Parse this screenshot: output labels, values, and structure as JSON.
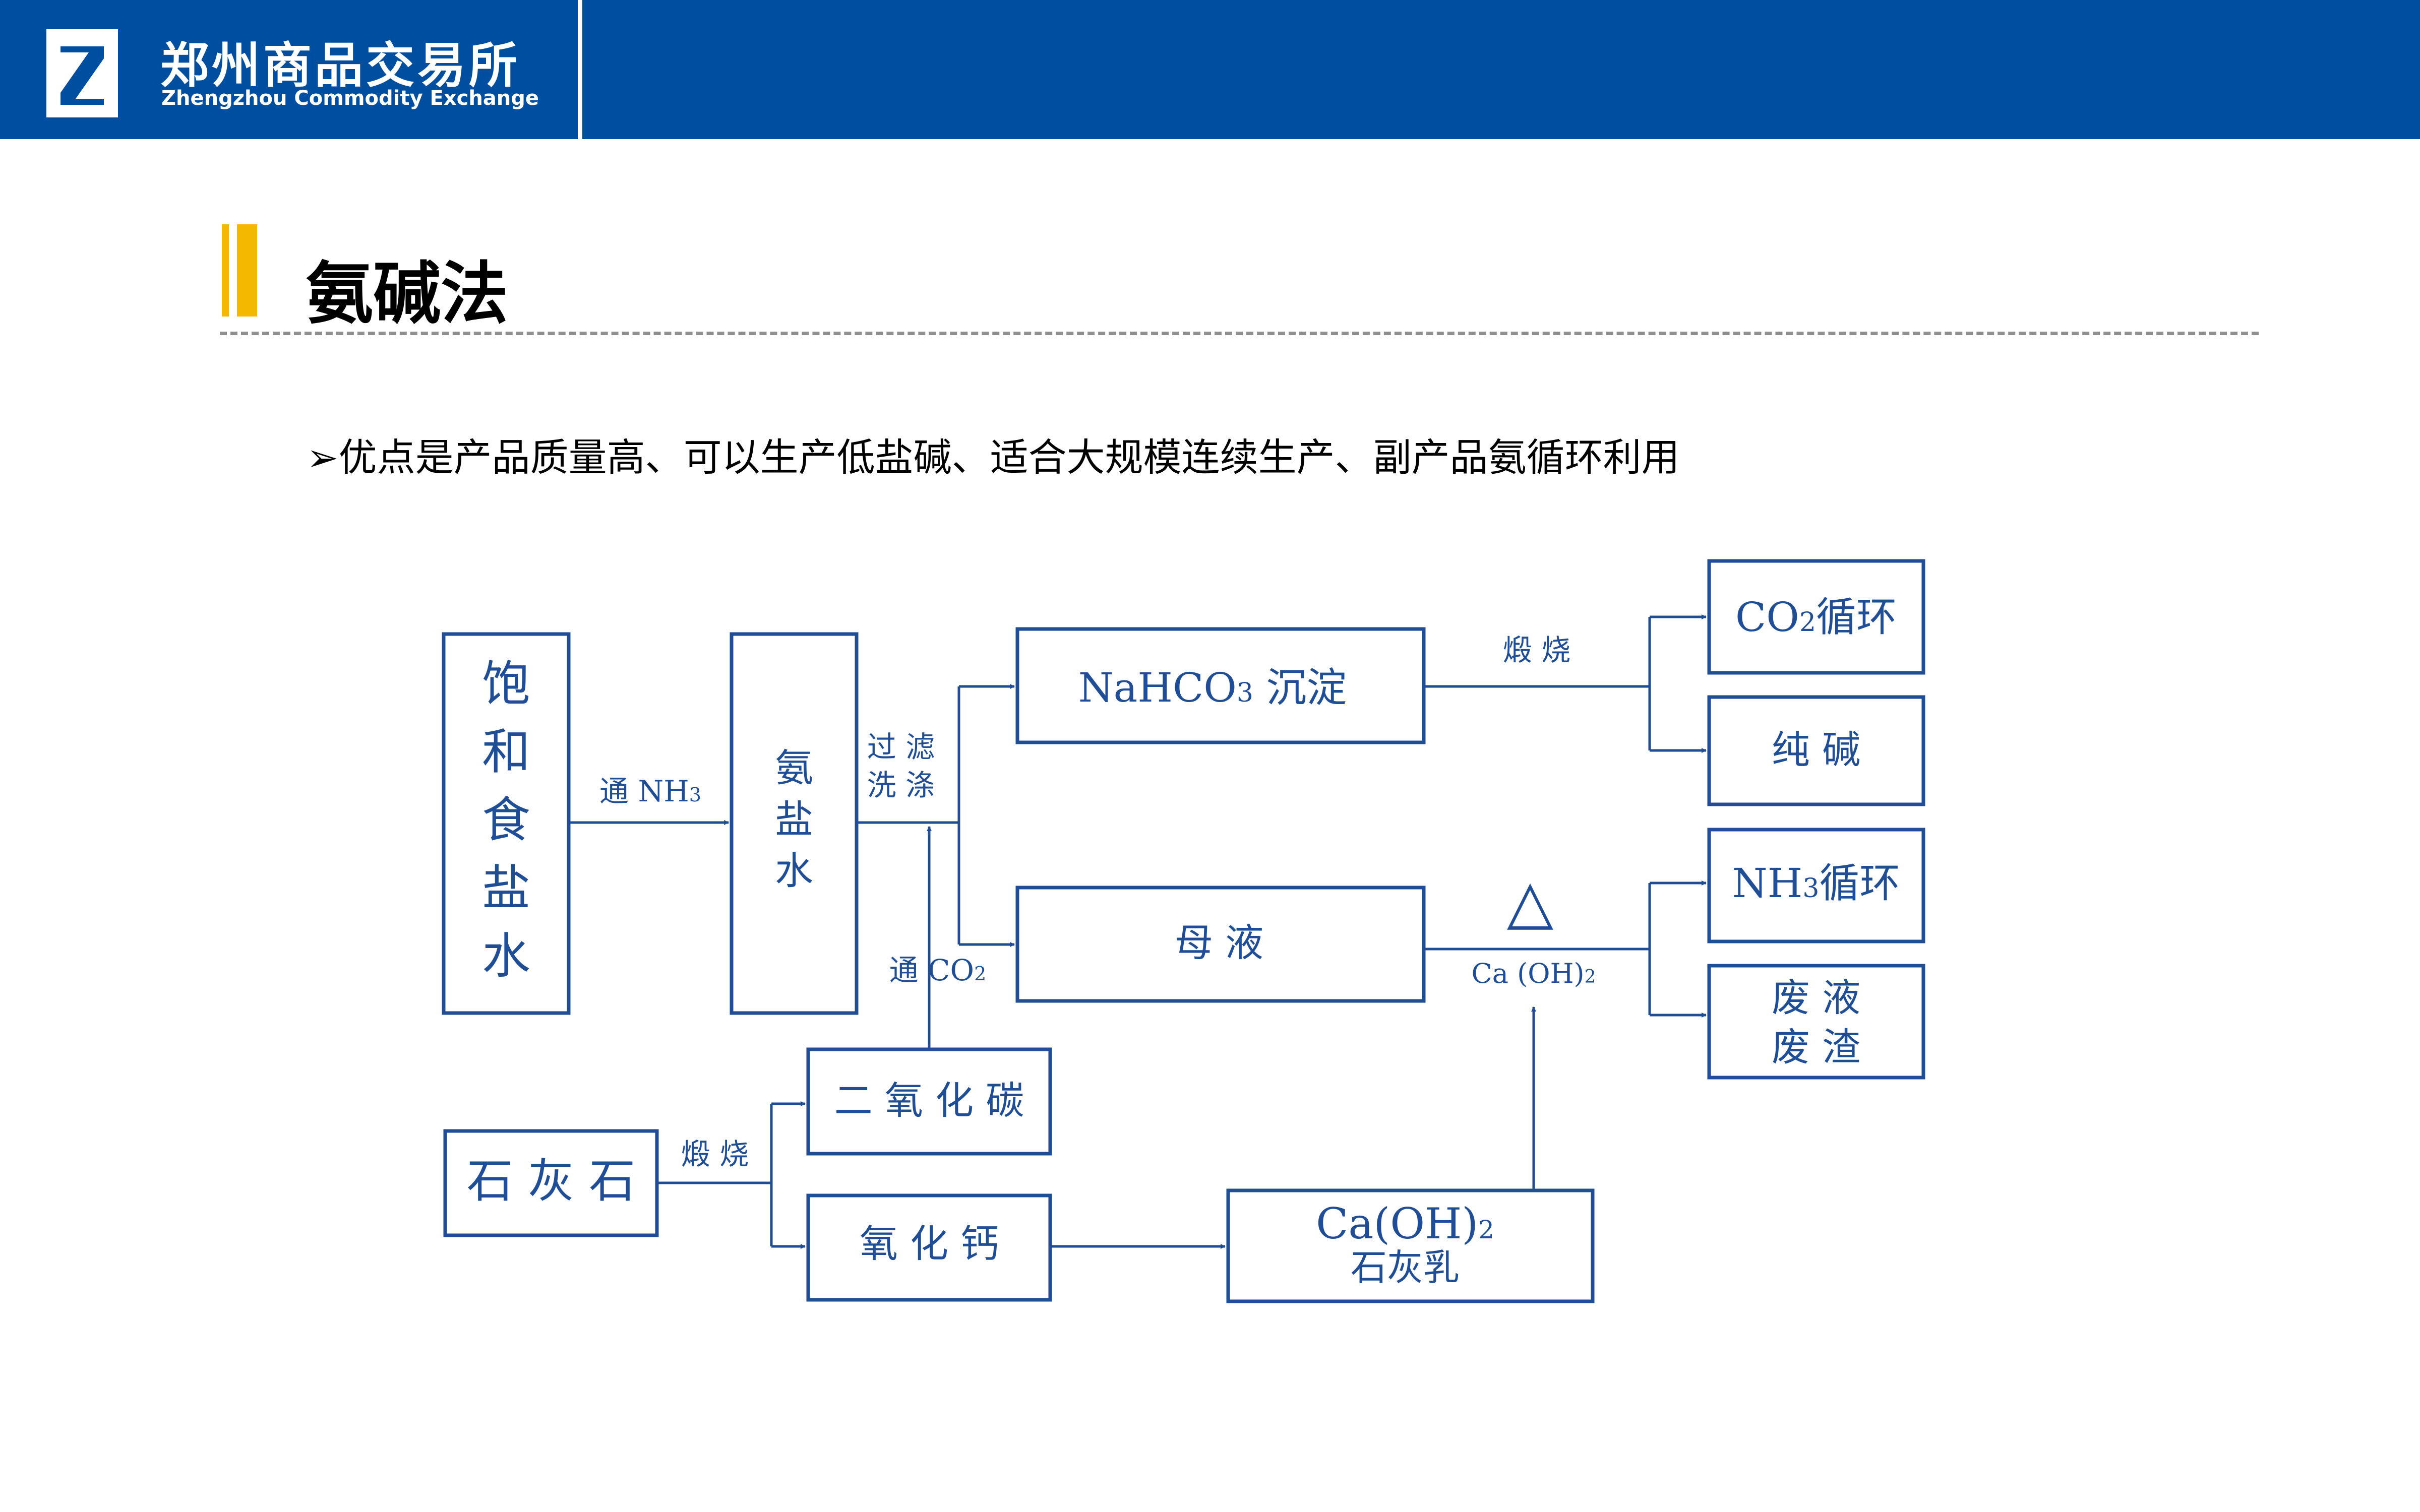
{
  "header": {
    "logo_cn": "郑州商品交易所",
    "logo_en": "Zhengzhou Commodity Exchange",
    "logo_icon": "zce-z-logo-icon"
  },
  "section": {
    "title": "氨碱法",
    "bullet": "➢优点是产品质量高、可以生产低盐碱、适合大规模连续生产、副产品氨循环利用"
  },
  "diagram": {
    "nodes": {
      "brine": [
        "饱",
        "和",
        "食",
        "盐",
        "水"
      ],
      "ammonia_brine": [
        "氨",
        "盐",
        "水"
      ],
      "nahco3": {
        "main": "NaHCO",
        "sub": "3",
        "tail": " 沉淀"
      },
      "mother_liquor": "母 液",
      "co2_cycle": {
        "main": "CO",
        "sub": "2",
        "tail": "循环"
      },
      "soda_ash": "纯 碱",
      "nh3_cycle": {
        "main": "NH",
        "sub": "3",
        "tail": "循环"
      },
      "waste": [
        "废 液",
        "废 渣"
      ],
      "limestone": "石 灰 石",
      "co2": "二 氧 化 碳",
      "cao": "氧 化 钙",
      "lime_milk": {
        "main": "Ca(OH)",
        "sub": "2",
        "label": "石灰乳"
      }
    },
    "edges": {
      "nh3_in": {
        "main": "通 NH",
        "sub": "3"
      },
      "filter": "过 滤",
      "wash": "洗 涤",
      "co2_in": {
        "main": "通 CO",
        "sub": "2"
      },
      "calcine_top": "煅 烧",
      "calcine_bottom": "煅 烧",
      "heat": "△",
      "caoh2": {
        "main": "Ca (OH)",
        "sub": "2"
      }
    }
  },
  "colors": {
    "header": "#004e9f",
    "accent": "#f5b800",
    "diagram_line": "#1f4e96"
  }
}
